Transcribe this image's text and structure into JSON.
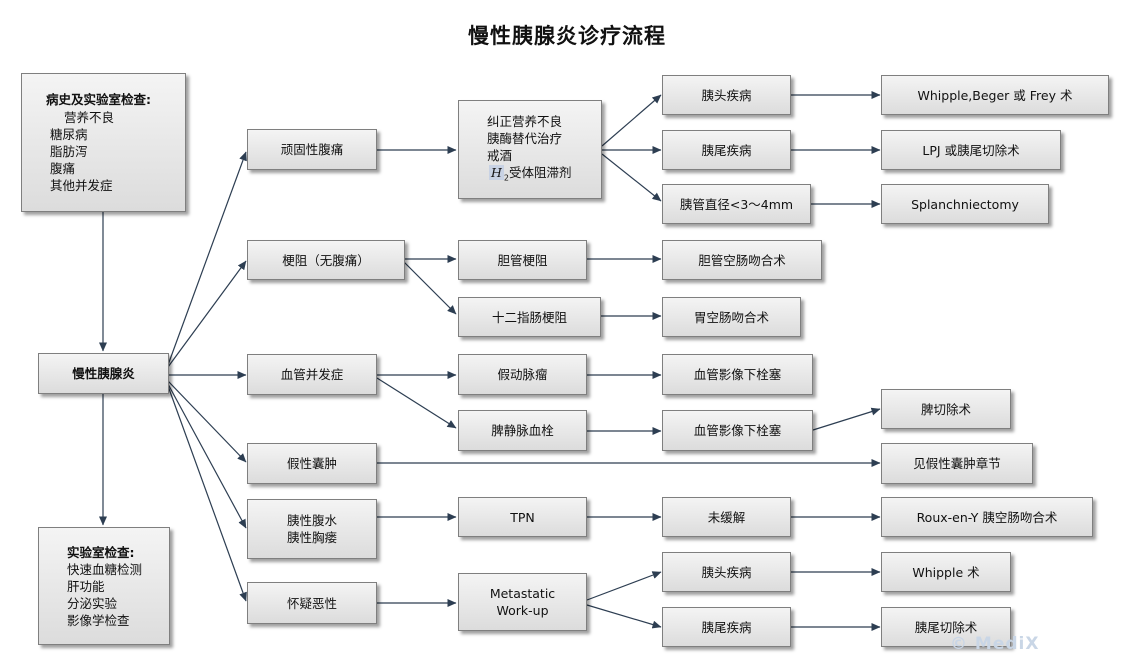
{
  "title": "慢性胰腺炎诊疗流程",
  "watermark": "© MediX",
  "nodes": {
    "history": {
      "heading": "病史及实验室检查:",
      "items": [
        "营养不良",
        "糖尿病",
        "脂肪泻",
        "腹痛",
        "其他并发症"
      ]
    },
    "cp": "慢性胰腺炎",
    "lab": {
      "heading": "实验室检查:",
      "items": [
        "快速血糖检测",
        "肝功能",
        "分泌实验",
        "影像学检查"
      ]
    },
    "intractable_pain": "顽固性腹痛",
    "obstruction": "梗阻（无腹痛）",
    "vascular": "血管并发症",
    "pseudocyst": "假性囊肿",
    "ascites": [
      "胰性腹水",
      "胰性胸瘘"
    ],
    "suspect_malignancy": "怀疑恶性",
    "pain_tx": {
      "lines": [
        "纠正营养不良",
        "胰酶替代治疗",
        "戒酒"
      ],
      "h2": "H",
      "h2_sub": "2",
      "h2_text": "受体阻滞剂"
    },
    "pancreatic_head_disease_1": "胰头疾病",
    "pancreatic_tail_disease_1": "胰尾疾病",
    "duct_diameter": "胰管直径<3～4mm",
    "whipple_beger_frey": "Whipple,Beger  或  Frey  术",
    "lpj": "LPJ  或胰尾切除术",
    "splanchniectomy": "Splanchniectomy",
    "biliary_obstruction": "胆管梗阻",
    "duodenal_obstruction": "十二指肠梗阻",
    "choledochojejunostomy": "胆管空肠吻合术",
    "gastrojejunostomy": "胃空肠吻合术",
    "pseudoaneurysm": "假动脉瘤",
    "splenic_vein_thrombosis": "脾静脉血栓",
    "embolization_1": "血管影像下栓塞",
    "embolization_2": "血管影像下栓塞",
    "splenectomy": "脾切除术",
    "see_pseudocyst": "见假性囊肿章节",
    "tpn": "TPN",
    "unrelieved": "未缓解",
    "roux_en_y": "Roux-en-Y  胰空肠吻合术",
    "metastatic_workup": [
      "Metastatic",
      "Work-up"
    ],
    "pancreatic_head_disease_2": "胰头疾病",
    "pancreatic_tail_disease_2": "胰尾疾病",
    "whipple": "Whipple  术",
    "distal_pancreatectomy": "胰尾切除术"
  }
}
